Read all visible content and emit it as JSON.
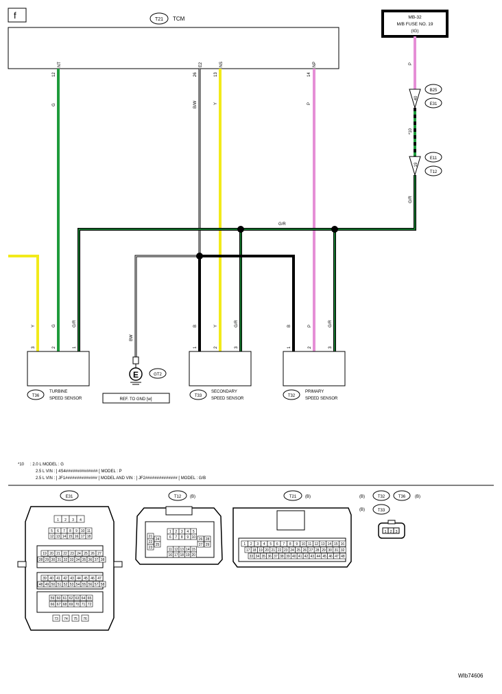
{
  "page_letter": "f",
  "tcm": {
    "conn": "T21",
    "label": "TCM"
  },
  "fuse": {
    "line1": "MB-32",
    "line2": "M/B FUSE NO. 19",
    "line3": "(IG)"
  },
  "tcm_pins": [
    {
      "num": "12",
      "name": "NT",
      "color": "G"
    },
    {
      "num": "26",
      "name": "E2",
      "color": "B/W"
    },
    {
      "num": "13",
      "name": "NS",
      "color": "Y"
    },
    {
      "num": "14",
      "name": "NP",
      "color": "P"
    }
  ],
  "right_column": {
    "wire_top": "P",
    "inline1": {
      "pin": "40",
      "conn_a": "B25",
      "conn_b": "E31"
    },
    "note_ref": "*10",
    "inline2": {
      "pin": "19",
      "conn_a": "E11",
      "conn_b": "T12"
    },
    "wire_bottom": "G/R"
  },
  "bus_label": "G/R",
  "turbine": {
    "conn": "T36",
    "name1": "TURBINE",
    "name2": "SPEED SENSOR",
    "pins": [
      {
        "num": "3",
        "color": "Y"
      },
      {
        "num": "2",
        "color": "G"
      },
      {
        "num": "1",
        "color": "G/R"
      }
    ]
  },
  "secondary": {
    "conn": "T33",
    "name1": "SECONDARY",
    "name2": "SPEED SENSOR",
    "pins": [
      {
        "num": "1",
        "color": "B"
      },
      {
        "num": "2",
        "color": "Y"
      },
      {
        "num": "3",
        "color": "G/R"
      }
    ]
  },
  "primary": {
    "conn": "T32",
    "name1": "PRIMARY",
    "name2": "SPEED SENSOR",
    "pins": [
      {
        "num": "1",
        "color": "B"
      },
      {
        "num": "2",
        "color": "P"
      },
      {
        "num": "3",
        "color": "G/R"
      }
    ]
  },
  "ground": {
    "wire": "BW",
    "symbol": "E",
    "conn": "GT2",
    "ref": "REF. TO GND [w]"
  },
  "notes": {
    "mark": "*10",
    "line1": ": 2.0 L MODEL  : G",
    "line2": "2.5 L VIN : ] 4S4############## [ MODEL  : P",
    "line3": "2.5 L VIN : ] JF1############## [ MODEL AND VIN : ] JF2############## [ MODEL  : G/B"
  },
  "views": {
    "e31": {
      "conn": "E31"
    },
    "t12": {
      "conn": "T12",
      "color": "(B)"
    },
    "t21": {
      "conn": "T21",
      "color": "(B)"
    },
    "sensor": {
      "conn1": "T32",
      "conn2": "T36",
      "conn3": "T33",
      "color": "(B)",
      "pins": [
        "1",
        "2",
        "3"
      ]
    }
  },
  "doc_id": "WIb74606",
  "colors": {
    "G": "#1e9b3c",
    "Y": "#f2ea1a",
    "P": "#e58fd6",
    "B": "#000000"
  }
}
